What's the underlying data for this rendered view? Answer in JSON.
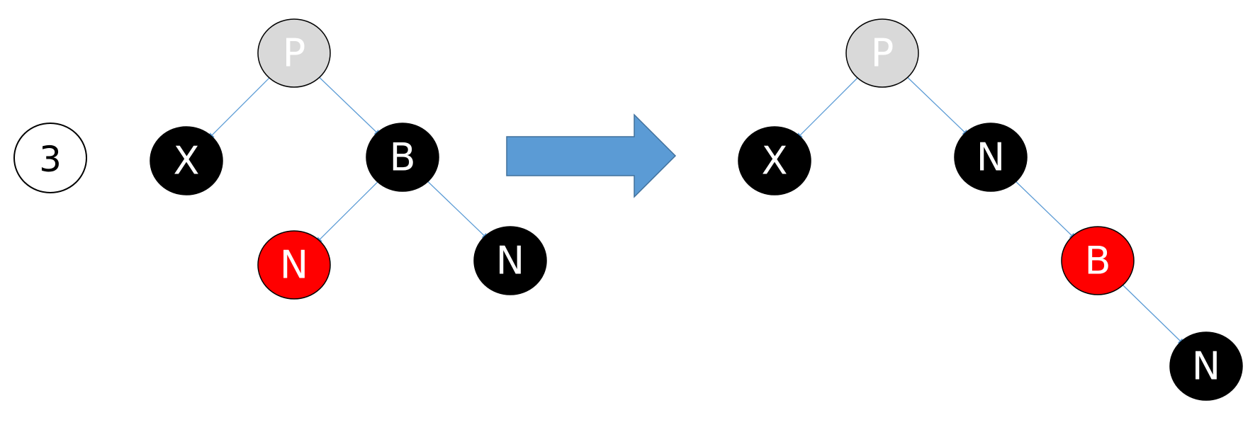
{
  "step": {
    "label": "3"
  },
  "colors": {
    "black": "#000000",
    "red": "#ff0000",
    "gray": "#d9d9d9",
    "white": "#ffffff",
    "edge": "#5b9bd5",
    "arrow": "#5b9bd5"
  },
  "before": {
    "nodes": {
      "p": {
        "label": "P",
        "color": "gray"
      },
      "x": {
        "label": "X",
        "color": "black"
      },
      "b": {
        "label": "B",
        "color": "black"
      },
      "n1": {
        "label": "N",
        "color": "red"
      },
      "n2": {
        "label": "N",
        "color": "black"
      }
    },
    "edges": [
      [
        "p",
        "x"
      ],
      [
        "p",
        "b"
      ],
      [
        "b",
        "n1"
      ],
      [
        "b",
        "n2"
      ]
    ]
  },
  "after": {
    "nodes": {
      "p": {
        "label": "P",
        "color": "gray"
      },
      "x": {
        "label": "X",
        "color": "black"
      },
      "n1": {
        "label": "N",
        "color": "black"
      },
      "b": {
        "label": "B",
        "color": "red"
      },
      "n2": {
        "label": "N",
        "color": "black"
      }
    },
    "edges": [
      [
        "p",
        "x"
      ],
      [
        "p",
        "n1"
      ],
      [
        "n1",
        "b"
      ],
      [
        "b",
        "n2"
      ]
    ]
  }
}
